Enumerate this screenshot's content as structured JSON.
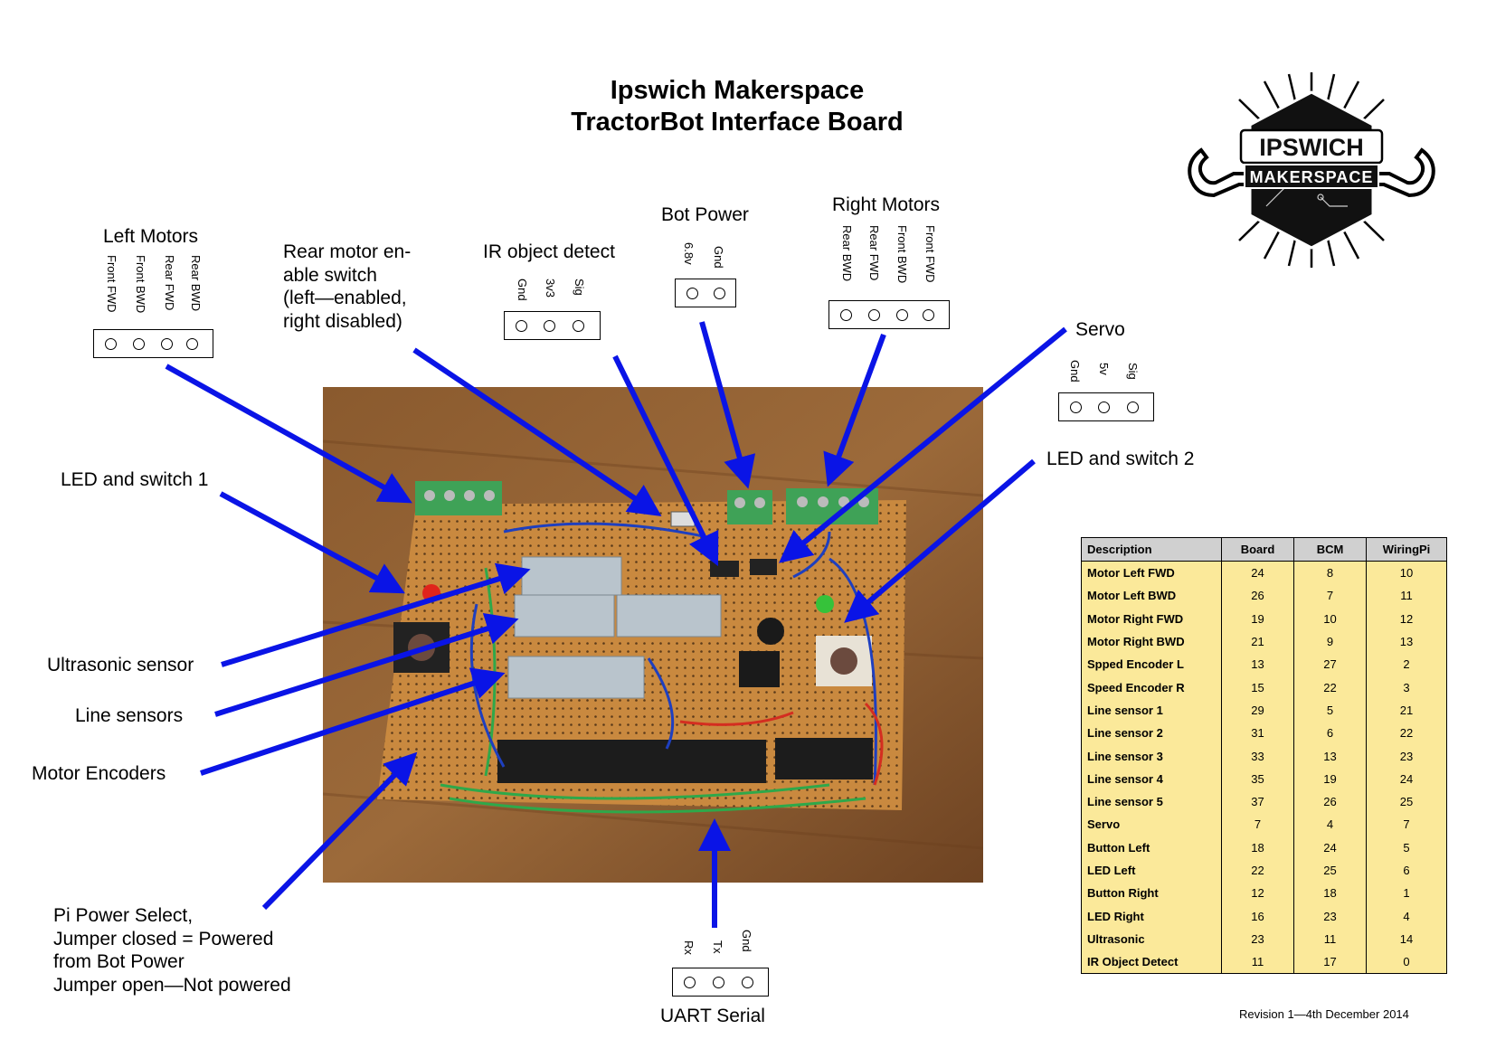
{
  "title": {
    "line1": "Ipswich Makerspace",
    "line2": "TractorBot Interface Board"
  },
  "logo": {
    "top_text": "IPSWICH",
    "bottom_text": "MAKERSPACE"
  },
  "connectors": {
    "left_motors": {
      "label": "Left Motors",
      "pins": [
        "Front FWD",
        "Front BWD",
        "Rear FWD",
        "Rear BWD"
      ]
    },
    "rear_switch": {
      "label_lines": [
        "Rear motor en-",
        "able switch",
        "(left—enabled,",
        "right disabled)"
      ]
    },
    "ir_detect": {
      "label": "IR object detect",
      "pins": [
        "Gnd",
        "3v3",
        "Sig"
      ]
    },
    "bot_power": {
      "label": "Bot Power",
      "pins": [
        "6.8v",
        "Gnd"
      ]
    },
    "right_motors": {
      "label": "Right Motors",
      "pins": [
        "Rear BWD",
        "Rear FWD",
        "Front BWD",
        "Front FWD"
      ]
    },
    "servo": {
      "label": "Servo",
      "pins": [
        "Gnd",
        "5v",
        "Sig"
      ]
    },
    "led_switch_2": {
      "label": "LED and switch 2"
    },
    "led_switch_1": {
      "label": "LED and switch 1"
    },
    "ultrasonic": {
      "label": "Ultrasonic sensor"
    },
    "line_sensors": {
      "label": "Line sensors"
    },
    "motor_encoders": {
      "label": "Motor Encoders"
    },
    "pi_power": {
      "label_lines": [
        "Pi Power Select,",
        "Jumper closed = Powered",
        "from Bot Power",
        "Jumper open—Not powered"
      ]
    },
    "uart": {
      "label": "UART Serial",
      "pins": [
        "Rx",
        "Tx",
        "Gnd"
      ]
    }
  },
  "pin_table": {
    "headers": [
      "Description",
      "Board",
      "BCM",
      "WiringPi"
    ],
    "rows": [
      [
        "Motor Left FWD",
        "24",
        "8",
        "10"
      ],
      [
        "Motor Left BWD",
        "26",
        "7",
        "11"
      ],
      [
        "Motor Right FWD",
        "19",
        "10",
        "12"
      ],
      [
        "Motor Right BWD",
        "21",
        "9",
        "13"
      ],
      [
        "Spped Encoder L",
        "13",
        "27",
        "2"
      ],
      [
        "Speed Encoder R",
        "15",
        "22",
        "3"
      ],
      [
        "Line sensor 1",
        "29",
        "5",
        "21"
      ],
      [
        "Line sensor 2",
        "31",
        "6",
        "22"
      ],
      [
        "Line sensor 3",
        "33",
        "13",
        "23"
      ],
      [
        "Line sensor 4",
        "35",
        "19",
        "24"
      ],
      [
        "Line sensor 5",
        "37",
        "26",
        "25"
      ],
      [
        "Servo",
        "7",
        "4",
        "7"
      ],
      [
        "Button Left",
        "18",
        "24",
        "5"
      ],
      [
        "LED Left",
        "22",
        "25",
        "6"
      ],
      [
        "Button Right",
        "12",
        "18",
        "1"
      ],
      [
        "LED Right",
        "16",
        "23",
        "4"
      ],
      [
        "Ultrasonic",
        "23",
        "11",
        "14"
      ],
      [
        "IR Object Detect",
        "11",
        "17",
        "0"
      ]
    ]
  },
  "revision": "Revision 1—4th December 2014",
  "colors": {
    "arrow": "#0a14e6",
    "table_header": "#d0d0d0",
    "table_body": "#fbe99a"
  }
}
